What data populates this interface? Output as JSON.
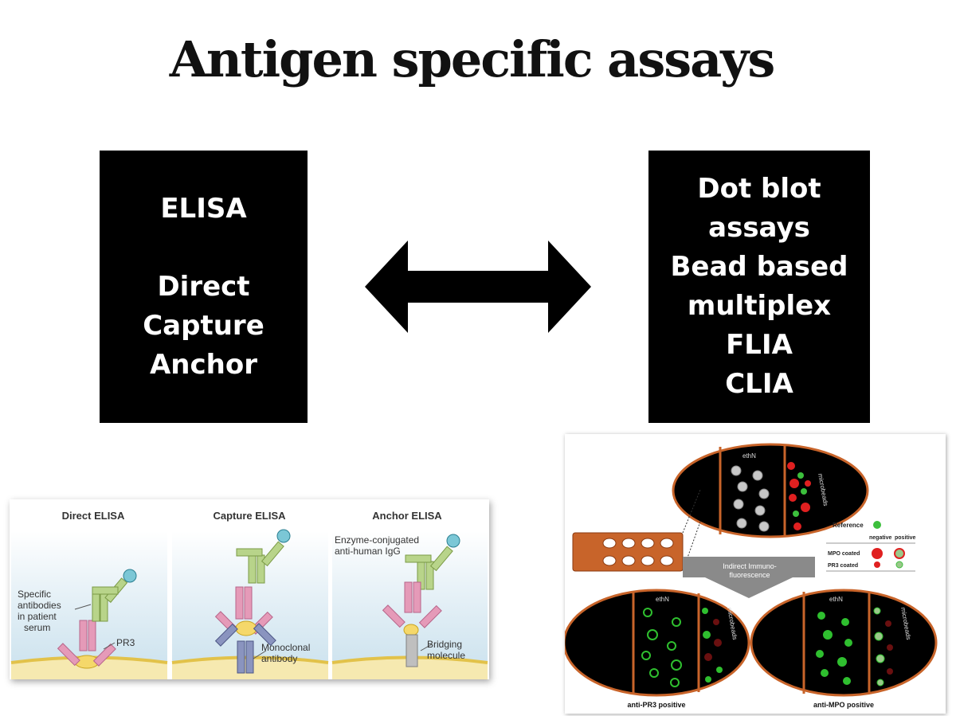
{
  "title": "Antigen specific assays",
  "left_box": {
    "line1": "ELISA",
    "line2": "Direct",
    "line3": "Capture",
    "line4": "Anchor"
  },
  "right_box": {
    "line1": "Dot blot",
    "line2": "assays",
    "line3": "Bead based",
    "line4": "multiplex",
    "line5": "FLIA",
    "line6": "CLIA"
  },
  "elisa_figure": {
    "direct_title": "Direct ELISA",
    "capture_title": "Capture ELISA",
    "anchor_title": "Anchor ELISA",
    "specific_1": "Specific",
    "specific_2": "antibodies",
    "specific_3": "in patient",
    "specific_4": "serum",
    "pr3": "PR3",
    "monoclonal_1": "Monoclonal",
    "monoclonal_2": "antibody",
    "enzyme_1": "Enzyme-conjugated",
    "enzyme_2": "anti-human IgG",
    "bridging_1": "Bridging",
    "bridging_2": "molecule"
  },
  "fluor_figure": {
    "ethn_top": "ethN",
    "microbeads": "microbeads",
    "reference": "Reference",
    "negative": "negative",
    "positive": "positive",
    "mpo_coated": "MPO coated",
    "pr3_coated": "PR3  coated",
    "indirect_1": "Indirect Immuno-",
    "indirect_2": "fluorescence",
    "ethn_left": "ethN",
    "ethn_right": "ethN",
    "caption_left": "anti-PR3 positive",
    "caption_right": "anti-MPO positive",
    "colors": {
      "orange": "#c8642a",
      "red": "#e02020",
      "green": "#3cbf3c"
    }
  }
}
